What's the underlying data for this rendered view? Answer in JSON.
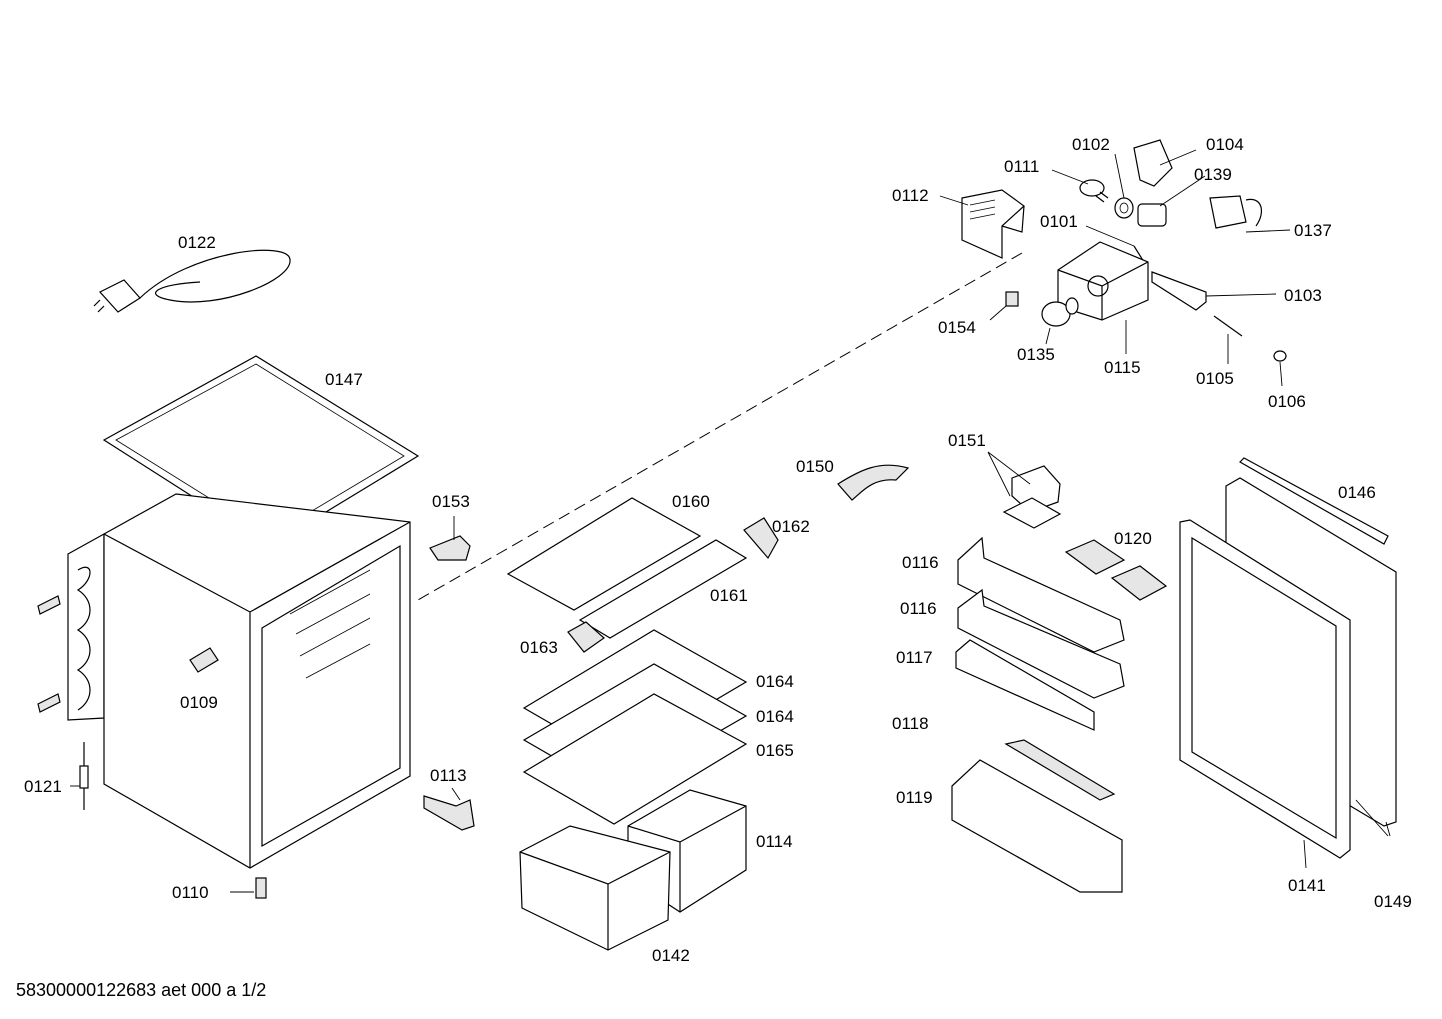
{
  "document_id": "58300000122683 aet 000 a 1/2",
  "parts": {
    "p0102": "0102",
    "p0104": "0104",
    "p0111": "0111",
    "p0139": "0139",
    "p0112": "0112",
    "p0137": "0137",
    "p0101": "0101",
    "p0103": "0103",
    "p0154": "0154",
    "p0135": "0135",
    "p0115": "0115",
    "p0105": "0105",
    "p0106": "0106",
    "p0122": "0122",
    "p0147": "0147",
    "p0151": "0151",
    "p0150": "0150",
    "p0146": "0146",
    "p0153": "0153",
    "p0160": "0160",
    "p0162": "0162",
    "p0120": "0120",
    "p0116a": "0116",
    "p0161": "0161",
    "p0116b": "0116",
    "p0163": "0163",
    "p0117": "0117",
    "p0109": "0109",
    "p0164a": "0164",
    "p0164b": "0164",
    "p0118": "0118",
    "p0165": "0165",
    "p0113": "0113",
    "p0121": "0121",
    "p0119": "0119",
    "p0114": "0114",
    "p0141": "0141",
    "p0110": "0110",
    "p0149": "0149",
    "p0142": "0142"
  }
}
